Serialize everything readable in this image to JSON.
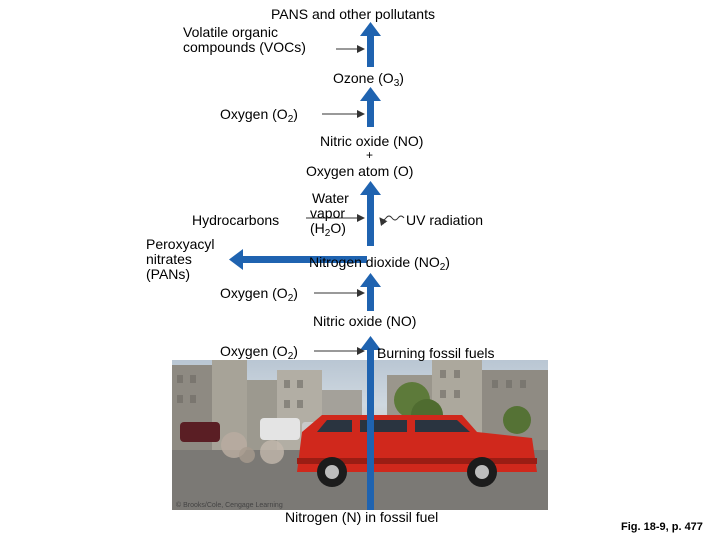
{
  "labels": {
    "pans": "PANS and other pollutants",
    "voc_line1": "Volatile organic",
    "voc_line2": "compounds (VOCs)",
    "ozone": "Ozone (O",
    "ozone_sub": "3",
    "ozone_close": ")",
    "oxygen1": "Oxygen (O",
    "oxygen1_sub": "2",
    "oxygen1_close": ")",
    "no_line1": "Nitric oxide (NO)",
    "no_plus": "+",
    "no_line2": "Oxygen atom (O)",
    "water_line1": "Water",
    "water_line2": "vapor",
    "water_line3a": "(H",
    "water_line3_sub": "2",
    "water_line3b": "O)",
    "uv": "UV radiation",
    "hydrocarbons": "Hydrocarbons",
    "peroxy_line1": "Peroxyacyl",
    "peroxy_line2": "nitrates",
    "peroxy_line3": "(PANs)",
    "no2": "Nitrogen dioxide (NO",
    "no2_sub": "2",
    "no2_close": ")",
    "oxygen2": "Oxygen (O",
    "oxygen2_sub": "2",
    "oxygen2_close": ")",
    "nitric_oxide": "Nitric oxide (NO)",
    "oxygen3": "Oxygen (O",
    "oxygen3_sub": "2",
    "oxygen3_close": ")",
    "burning": "Burning fossil fuels",
    "nitrogen": "Nitrogen (N) in fossil fuel",
    "copyright": "© Brooks/Cole, Cengage Learning",
    "figure": "Fig. 18-9, p. 477"
  },
  "colors": {
    "main_arrow": "#1f63b0",
    "thin_arrow": "#333333",
    "car_body": "#d0281c"
  }
}
